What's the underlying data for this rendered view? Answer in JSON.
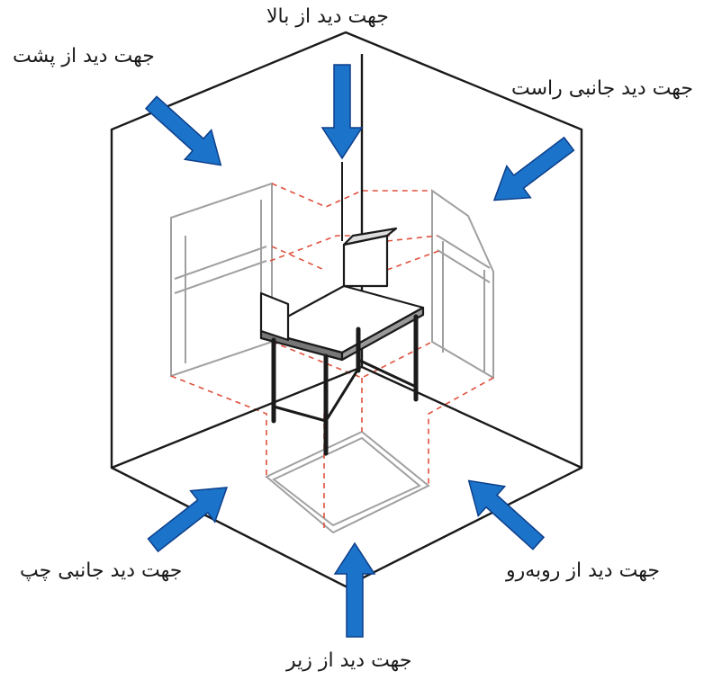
{
  "labels": {
    "top": "جهت دید از بالا",
    "back": "جهت دید از پشت",
    "right": "جهت دید جانبی راست",
    "left": "جهت دید جانبی چپ",
    "front": "جهت دید از روبه‌رو",
    "bottom": "جهت دید از زیر"
  },
  "colors": {
    "arrow_fill": "#1b74c9",
    "arrow_stroke": "#0d3e8a",
    "box_line": "#1a1a1a",
    "projection_line": "#e0523e",
    "ghost_line": "#9a9a9a"
  }
}
